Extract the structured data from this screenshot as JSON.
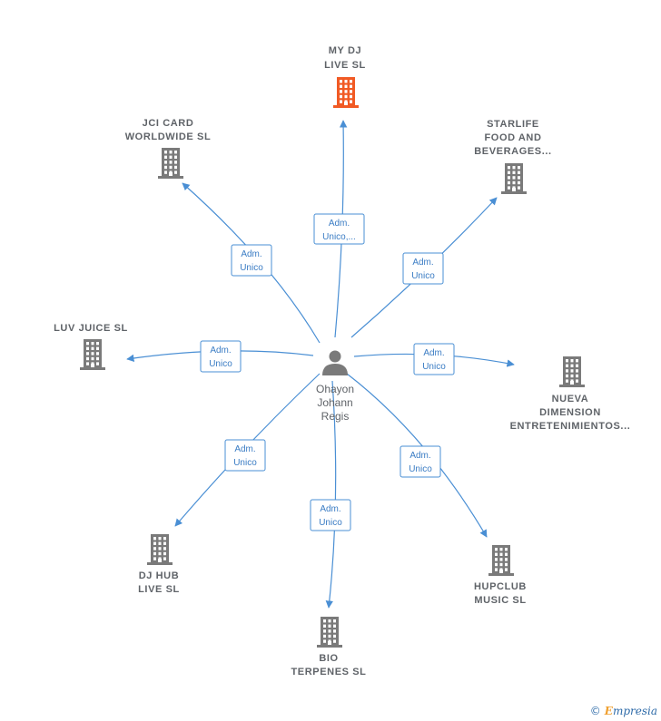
{
  "center": {
    "name_lines": [
      "Ohayon",
      "Johann",
      "Regis"
    ],
    "icon": "person-icon"
  },
  "companies": [
    {
      "id": "my-dj-live-sl",
      "name_lines": [
        "MY DJ",
        "LIVE  SL"
      ],
      "highlight": true,
      "relation": [
        "Adm.",
        "Unico,..."
      ]
    },
    {
      "id": "jci-card-worldwide-sl",
      "name_lines": [
        "JCI CARD",
        "WORLDWIDE SL"
      ],
      "highlight": false,
      "relation": [
        "Adm.",
        "Unico"
      ]
    },
    {
      "id": "starlife-food-and-beverages",
      "name_lines": [
        "STARLIFE",
        "FOOD AND",
        "BEVERAGES..."
      ],
      "highlight": false,
      "relation": [
        "Adm.",
        "Unico"
      ]
    },
    {
      "id": "luv-juice-sl",
      "name_lines": [
        "LUV JUICE  SL"
      ],
      "highlight": false,
      "relation": [
        "Adm.",
        "Unico"
      ]
    },
    {
      "id": "nueva-dimension-entretenimientos",
      "name_lines": [
        "NUEVA",
        "DIMENSION",
        "ENTRETENIMIENTOS..."
      ],
      "highlight": false,
      "relation": [
        "Adm.",
        "Unico"
      ]
    },
    {
      "id": "dj-hub-live-sl",
      "name_lines": [
        "DJ HUB",
        "LIVE  SL"
      ],
      "highlight": false,
      "relation": [
        "Adm.",
        "Unico"
      ]
    },
    {
      "id": "bio-terpenes-sl",
      "name_lines": [
        "BIO",
        "TERPENES  SL"
      ],
      "highlight": false,
      "relation": [
        "Adm.",
        "Unico"
      ]
    },
    {
      "id": "hupclub-music-sl",
      "name_lines": [
        "HUPCLUB",
        "MUSIC  SL"
      ],
      "highlight": false,
      "relation": [
        "Adm.",
        "Unico"
      ]
    }
  ],
  "colors": {
    "edge": "#4a8fd4",
    "building": "#7a7a7a",
    "highlight_building": "#f15a24",
    "label": "#5f6368"
  },
  "footer": {
    "copyright": "©",
    "brand_initial": "E",
    "brand_rest": "mpresia"
  }
}
